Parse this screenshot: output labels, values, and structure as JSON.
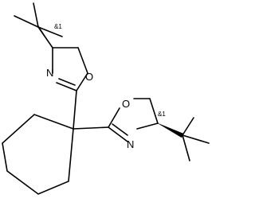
{
  "molecule": {
    "atoms": {
      "n_upper": "N",
      "o_upper": "O",
      "o_lower": "O",
      "n_lower": "N"
    },
    "stereo": {
      "upper": "&1",
      "lower": "&1"
    }
  }
}
